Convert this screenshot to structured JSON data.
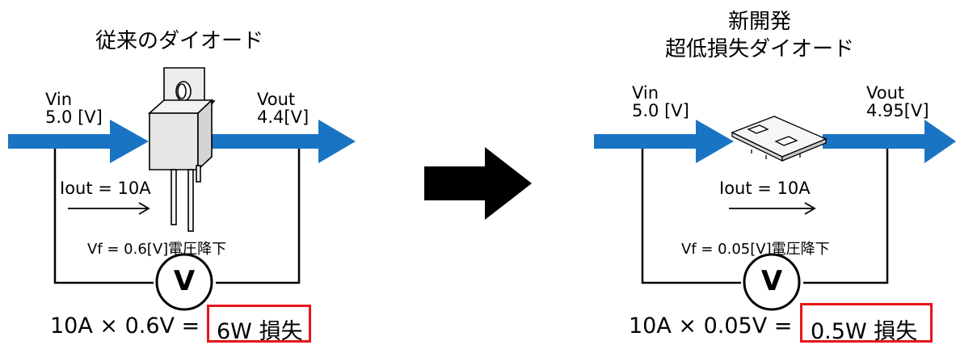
{
  "left": {
    "title": "従来のダイオード",
    "vin_label": "Vin",
    "vin_value": "5.0 [V]",
    "vout_label": "Vout",
    "vout_value": "4.4[V]",
    "current": "Iout = 10A",
    "vf": "Vf = 0.6[V]電圧降下",
    "meter": "V",
    "equation": "10A × 0.6V =",
    "loss": "6W 損失"
  },
  "right": {
    "title_line1": "新開発",
    "title_line2": "超低損失ダイオード",
    "vin_label": "Vin",
    "vin_value": "5.0 [V]",
    "vout_label": "Vout",
    "vout_value": "4.95[V]",
    "current": "Iout = 10A",
    "vf": "Vf = 0.05[V]電圧降下",
    "meter": "V",
    "equation": "10A × 0.05V =",
    "loss": "0.5W 損失"
  },
  "colors": {
    "flow_arrow": "#1a74c4",
    "transition_arrow": "#000000",
    "highlight": "#e8141b",
    "package_fill": "#ececec"
  },
  "icons": {
    "transition": "big-right-arrow-icon",
    "meter": "voltmeter-icon",
    "left_component": "to220-diode-icon",
    "right_component": "smd-diode-icon"
  }
}
